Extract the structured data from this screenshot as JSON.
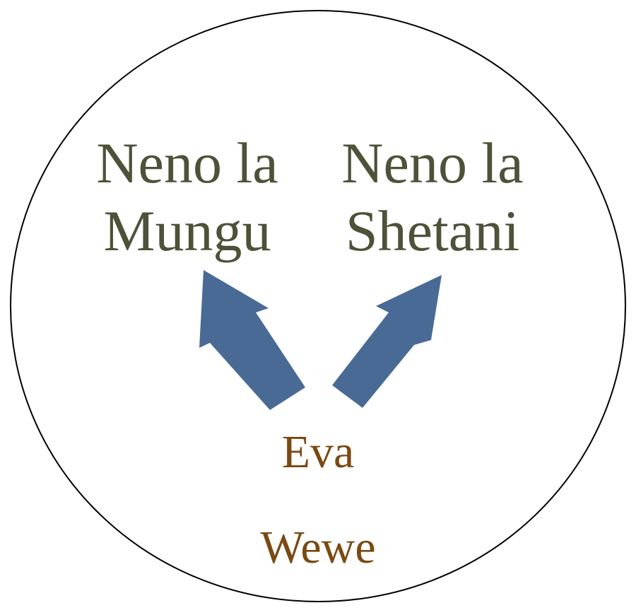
{
  "diagram": {
    "colors": {
      "circle_stroke": "#000000",
      "arrow_fill": "#4a6a96",
      "word_text": "#4f5138",
      "person_text": "#7a4a12"
    },
    "left_word": {
      "line1": "Neno la",
      "line2": "Mungu"
    },
    "right_word": {
      "line1": "Neno la",
      "line2": "Shetani"
    },
    "person_top": "Eva",
    "person_bottom": "Wewe"
  }
}
